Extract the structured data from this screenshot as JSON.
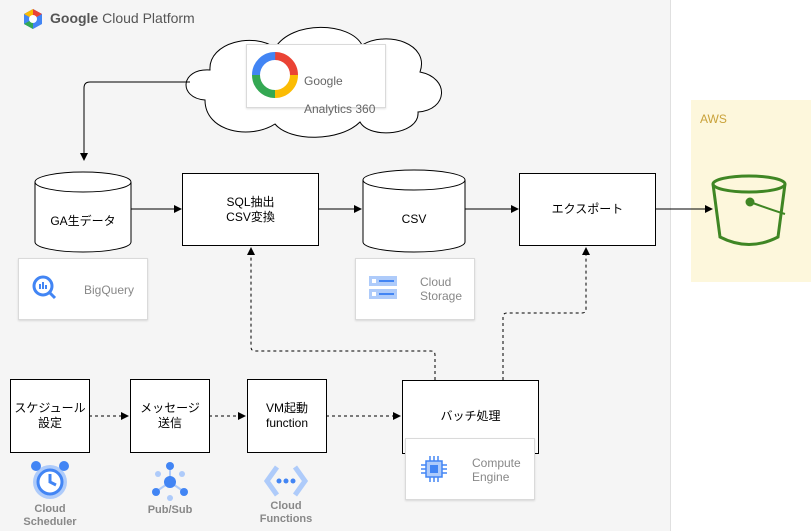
{
  "header": {
    "brand": "Google",
    "product": "Cloud Platform"
  },
  "aws": {
    "label": "AWS"
  },
  "ga_card": {
    "line1": "Google",
    "line2": "Analytics 360"
  },
  "datastores": {
    "ga_data": "GA生データ",
    "csv": "CSV"
  },
  "processes": {
    "sql_extract": "SQL抽出\nCSV変換",
    "export": "エクスポート",
    "schedule": "スケジュール\n設定",
    "message": "メッセージ\n送信",
    "vm_start": "VM起動\nfunction",
    "batch": "バッチ処理"
  },
  "service_cards": {
    "bigquery": "BigQuery",
    "cloud_storage": "Cloud\nStorage",
    "compute_engine": "Compute\nEngine"
  },
  "service_labels": {
    "cloud_scheduler": "Cloud\nScheduler",
    "pubsub": "Pub/Sub",
    "cloud_functions": "Cloud\nFunctions"
  },
  "colors": {
    "gcp_blue": "#4285f4",
    "gcp_red": "#ea4335",
    "gcp_yellow": "#fbbc04",
    "gcp_green": "#34a853",
    "aws_green": "#3f8624",
    "aws_bg": "#fdf7dc"
  }
}
